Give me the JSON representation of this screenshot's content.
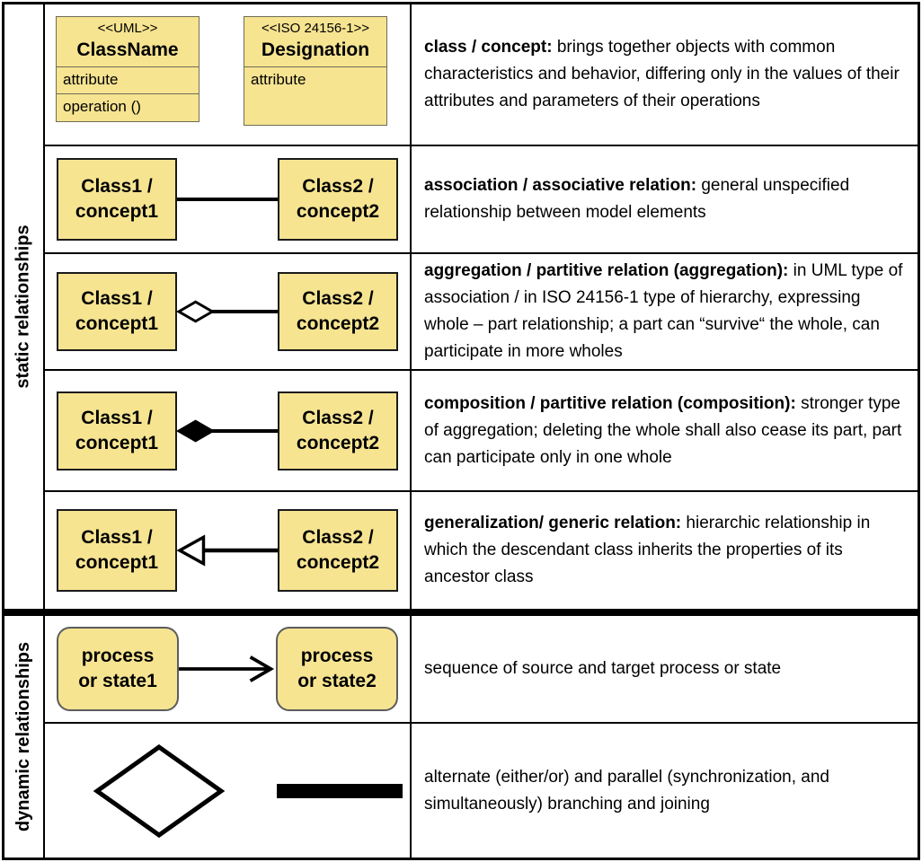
{
  "colors": {
    "box_fill": "#F6E491",
    "line": "#000000"
  },
  "sidebar": {
    "static_label": "static relationships",
    "dynamic_label": "dynamic relationships"
  },
  "uml_box": {
    "stereotype": "<<UML>>",
    "name": "ClassName",
    "attributes": [
      "attribute",
      "operation ()"
    ]
  },
  "iso_box": {
    "stereotype": "<<ISO 24156-1>>",
    "name": "Designation",
    "attributes": [
      "attribute"
    ]
  },
  "labels": {
    "class_left": "Class1 /\nconcept1",
    "class_right": "Class2 /\nconcept2",
    "process_left": "process\nor state1",
    "process_right": "process\nor state2"
  },
  "rows": [
    {
      "term": "class / concept:",
      "body": "brings together objects with common characteristics and behavior, differing only in the values of their attributes and parameters of their operations"
    },
    {
      "term": "association / associative relation:",
      "body": "general unspecified relationship between model elements"
    },
    {
      "term": "aggregation / partitive relation (aggregation):",
      "body": "in UML type of association / in ISO 24156-1 type of hierarchy, expressing whole – part relationship; a part can “survive“ the whole, can participate in more wholes"
    },
    {
      "term": "composition / partitive relation (composition):",
      "body": "stronger type of aggregation; deleting the whole shall also cease its part, part can participate only in one whole"
    },
    {
      "term": "generalization/ generic relation:",
      "body": "hierarchic relationship in which the descendant class inherits the properties of its ancestor class"
    },
    {
      "term": "",
      "body": "sequence of source and target process or state"
    },
    {
      "term": "",
      "body": "alternate (either/or) and parallel (synchronization, and simultaneously) branching and joining"
    }
  ]
}
